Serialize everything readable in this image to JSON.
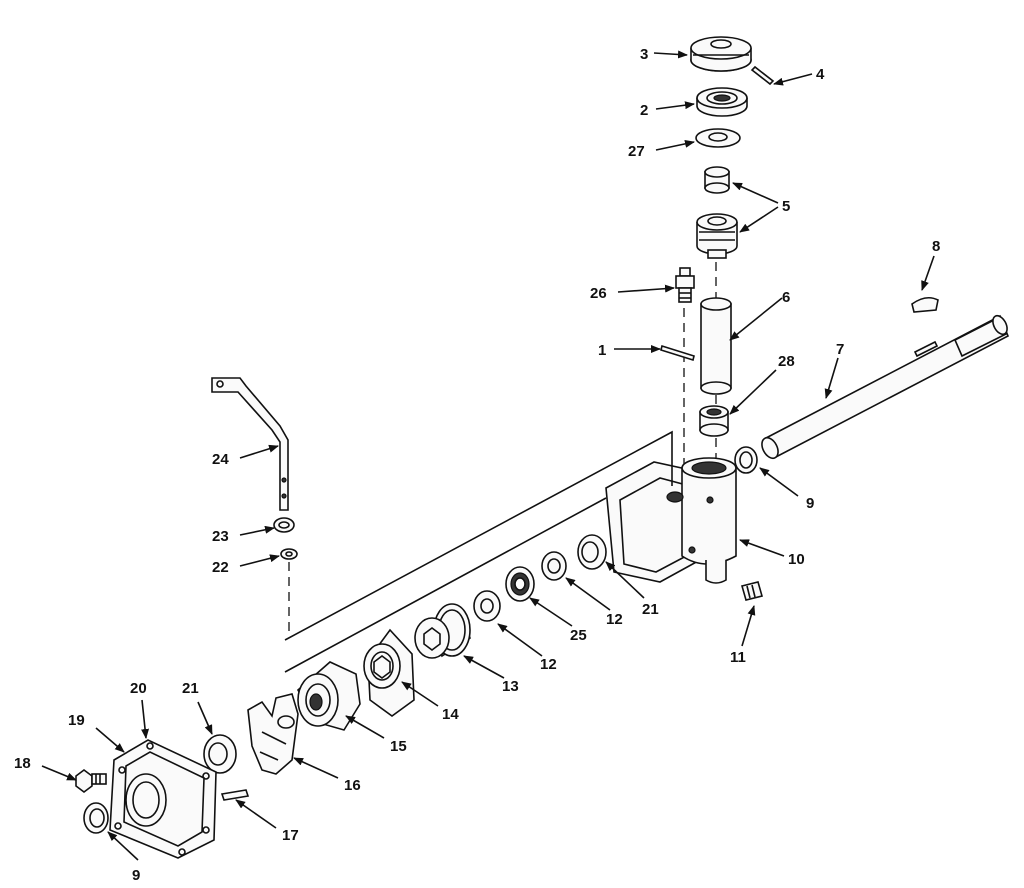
{
  "callouts": [
    {
      "id": "c3",
      "text": "3"
    },
    {
      "id": "c4",
      "text": "4"
    },
    {
      "id": "c2",
      "text": "2"
    },
    {
      "id": "c27",
      "text": "27"
    },
    {
      "id": "c5",
      "text": "5"
    },
    {
      "id": "c8",
      "text": "8"
    },
    {
      "id": "c26",
      "text": "26"
    },
    {
      "id": "c6",
      "text": "6"
    },
    {
      "id": "c1",
      "text": "1"
    },
    {
      "id": "c7",
      "text": "7"
    },
    {
      "id": "c28",
      "text": "28"
    },
    {
      "id": "c24",
      "text": "24"
    },
    {
      "id": "c9a",
      "text": "9"
    },
    {
      "id": "c23",
      "text": "23"
    },
    {
      "id": "c10",
      "text": "10"
    },
    {
      "id": "c22",
      "text": "22"
    },
    {
      "id": "c21a",
      "text": "21"
    },
    {
      "id": "c12a",
      "text": "12"
    },
    {
      "id": "c25",
      "text": "25"
    },
    {
      "id": "c12b",
      "text": "12"
    },
    {
      "id": "c11",
      "text": "11"
    },
    {
      "id": "c13",
      "text": "13"
    },
    {
      "id": "c20",
      "text": "20"
    },
    {
      "id": "c21b",
      "text": "21"
    },
    {
      "id": "c14",
      "text": "14"
    },
    {
      "id": "c19",
      "text": "19"
    },
    {
      "id": "c15",
      "text": "15"
    },
    {
      "id": "c18",
      "text": "18"
    },
    {
      "id": "c16",
      "text": "16"
    },
    {
      "id": "c17",
      "text": "17"
    },
    {
      "id": "c9b",
      "text": "9"
    }
  ]
}
